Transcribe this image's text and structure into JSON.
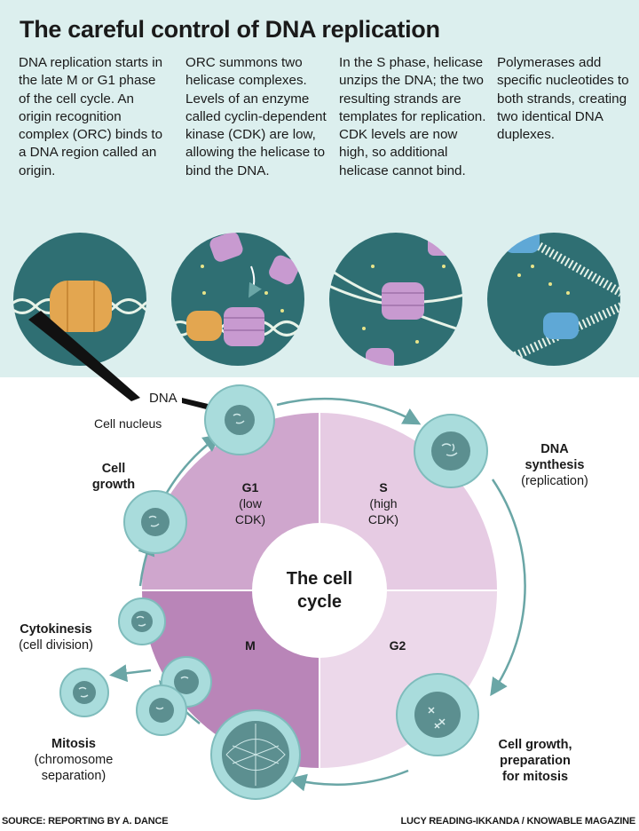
{
  "title": "The careful control of DNA replication",
  "steps": [
    "DNA replication starts in the late M or G1 phase of the cell cycle. An origin recognition complex (ORC) binds to a DNA region called an origin.",
    "ORC summons two helicase complexes. Levels of an enzyme called cyclin-dependent kinase (CDK) are low, allowing the helicase to bind the DNA.",
    "In the S phase, helicase unzips the DNA; the two resulting strands are templates for replication. CDK levels are now high, so additional helicase cannot bind.",
    "Polymerases add specific nucleotides to both strands, creating two identical DNA duplexes."
  ],
  "labels": {
    "dna": "DNA",
    "cell_nucleus": "Cell nucleus"
  },
  "cycle": {
    "center_line1": "The cell",
    "center_line2": "cycle",
    "phases": {
      "g1": {
        "name": "G1",
        "line2": "(low",
        "line3": "CDK)"
      },
      "s": {
        "name": "S",
        "line2": "(high",
        "line3": "CDK)"
      },
      "m": {
        "name": "M"
      },
      "g2": {
        "name": "G2"
      }
    }
  },
  "stages": {
    "cell_growth": {
      "line1": "Cell",
      "line2": "growth"
    },
    "dna_synthesis": {
      "line1": "DNA",
      "line2": "synthesis",
      "line3": "(replication)"
    },
    "cytokinesis": {
      "line1": "Cytokinesis",
      "line2": "(cell division)"
    },
    "mitosis": {
      "line1": "Mitosis",
      "line2": "(chromosome",
      "line3": "separation)"
    },
    "growth_prep": {
      "line1": "Cell growth,",
      "line2": "preparation",
      "line3": "for mitosis"
    }
  },
  "footer": {
    "source": "SOURCE: REPORTING BY A. DANCE",
    "credit": "LUCY READING-IKKANDA / KNOWABLE MAGAZINE"
  },
  "colors": {
    "panel_bg": "#dcefee",
    "cell_fill": "#a9dcdc",
    "nucleus_fill": "#5c8f90",
    "g1_quadrant": "#cfa6cd",
    "s_quadrant": "#e6cbe3",
    "m_quadrant": "#b985b8",
    "g2_quadrant": "#ecd8ea",
    "helicase": "#c89ad0",
    "orc": "#e3a650",
    "polymerase": "#5fa8d6"
  }
}
